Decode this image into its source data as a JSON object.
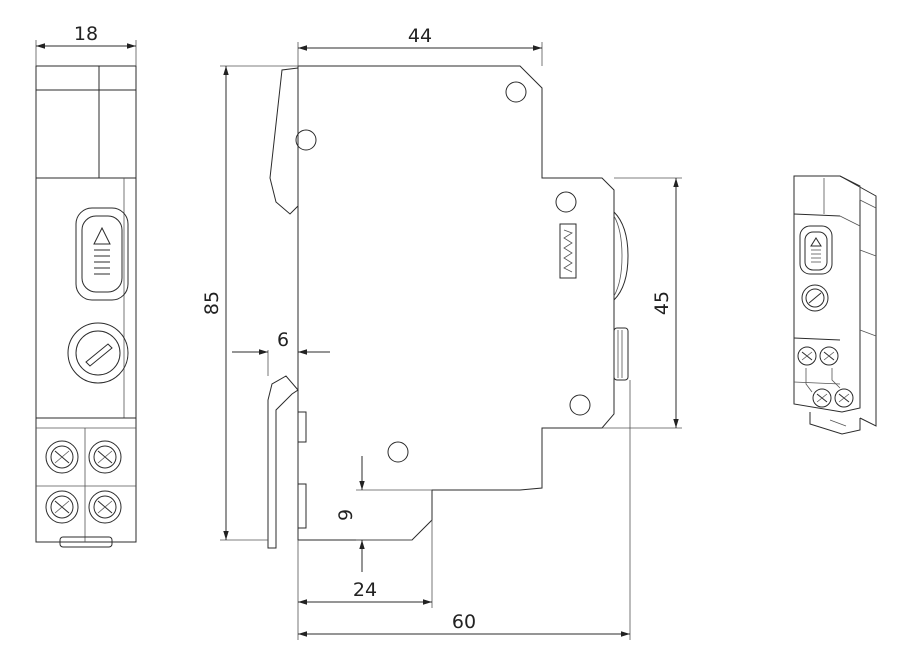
{
  "dimensions": {
    "front_width": "18",
    "side_width": "44",
    "total_height": "85",
    "rail_offset": "6",
    "shoulder_height": "45",
    "terminal_height": "9",
    "base_depth": "24",
    "total_depth": "60"
  },
  "colors": {
    "line": "#2b2b2b",
    "background": "#ffffff"
  }
}
